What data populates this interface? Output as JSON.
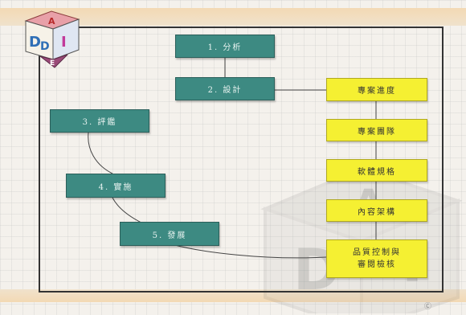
{
  "logo": {
    "letters": [
      "A",
      "D",
      "D",
      "I",
      "E"
    ]
  },
  "watermark": {
    "letters": [
      "A",
      "D",
      "I"
    ]
  },
  "diagram": {
    "left_nodes": [
      {
        "id": "n1",
        "label": "1. 分析"
      },
      {
        "id": "n2",
        "label": "2. 設計"
      },
      {
        "id": "n3",
        "label": "3. 評鑑"
      },
      {
        "id": "n4",
        "label": "4. 實施"
      },
      {
        "id": "n5",
        "label": "5. 發展"
      }
    ],
    "right_nodes": [
      {
        "id": "y1",
        "label": "專案進度"
      },
      {
        "id": "y2",
        "label": "專案團隊"
      },
      {
        "id": "y3",
        "label": "軟體規格"
      },
      {
        "id": "y4",
        "label": "內容架構"
      },
      {
        "id": "y5",
        "label": "品質控制與\n審閱檢核"
      }
    ]
  },
  "footer": {
    "mark": "Ⓒ"
  },
  "colors": {
    "teal": "#3d8a82",
    "yellow": "#f5f032",
    "line": "#444444"
  }
}
